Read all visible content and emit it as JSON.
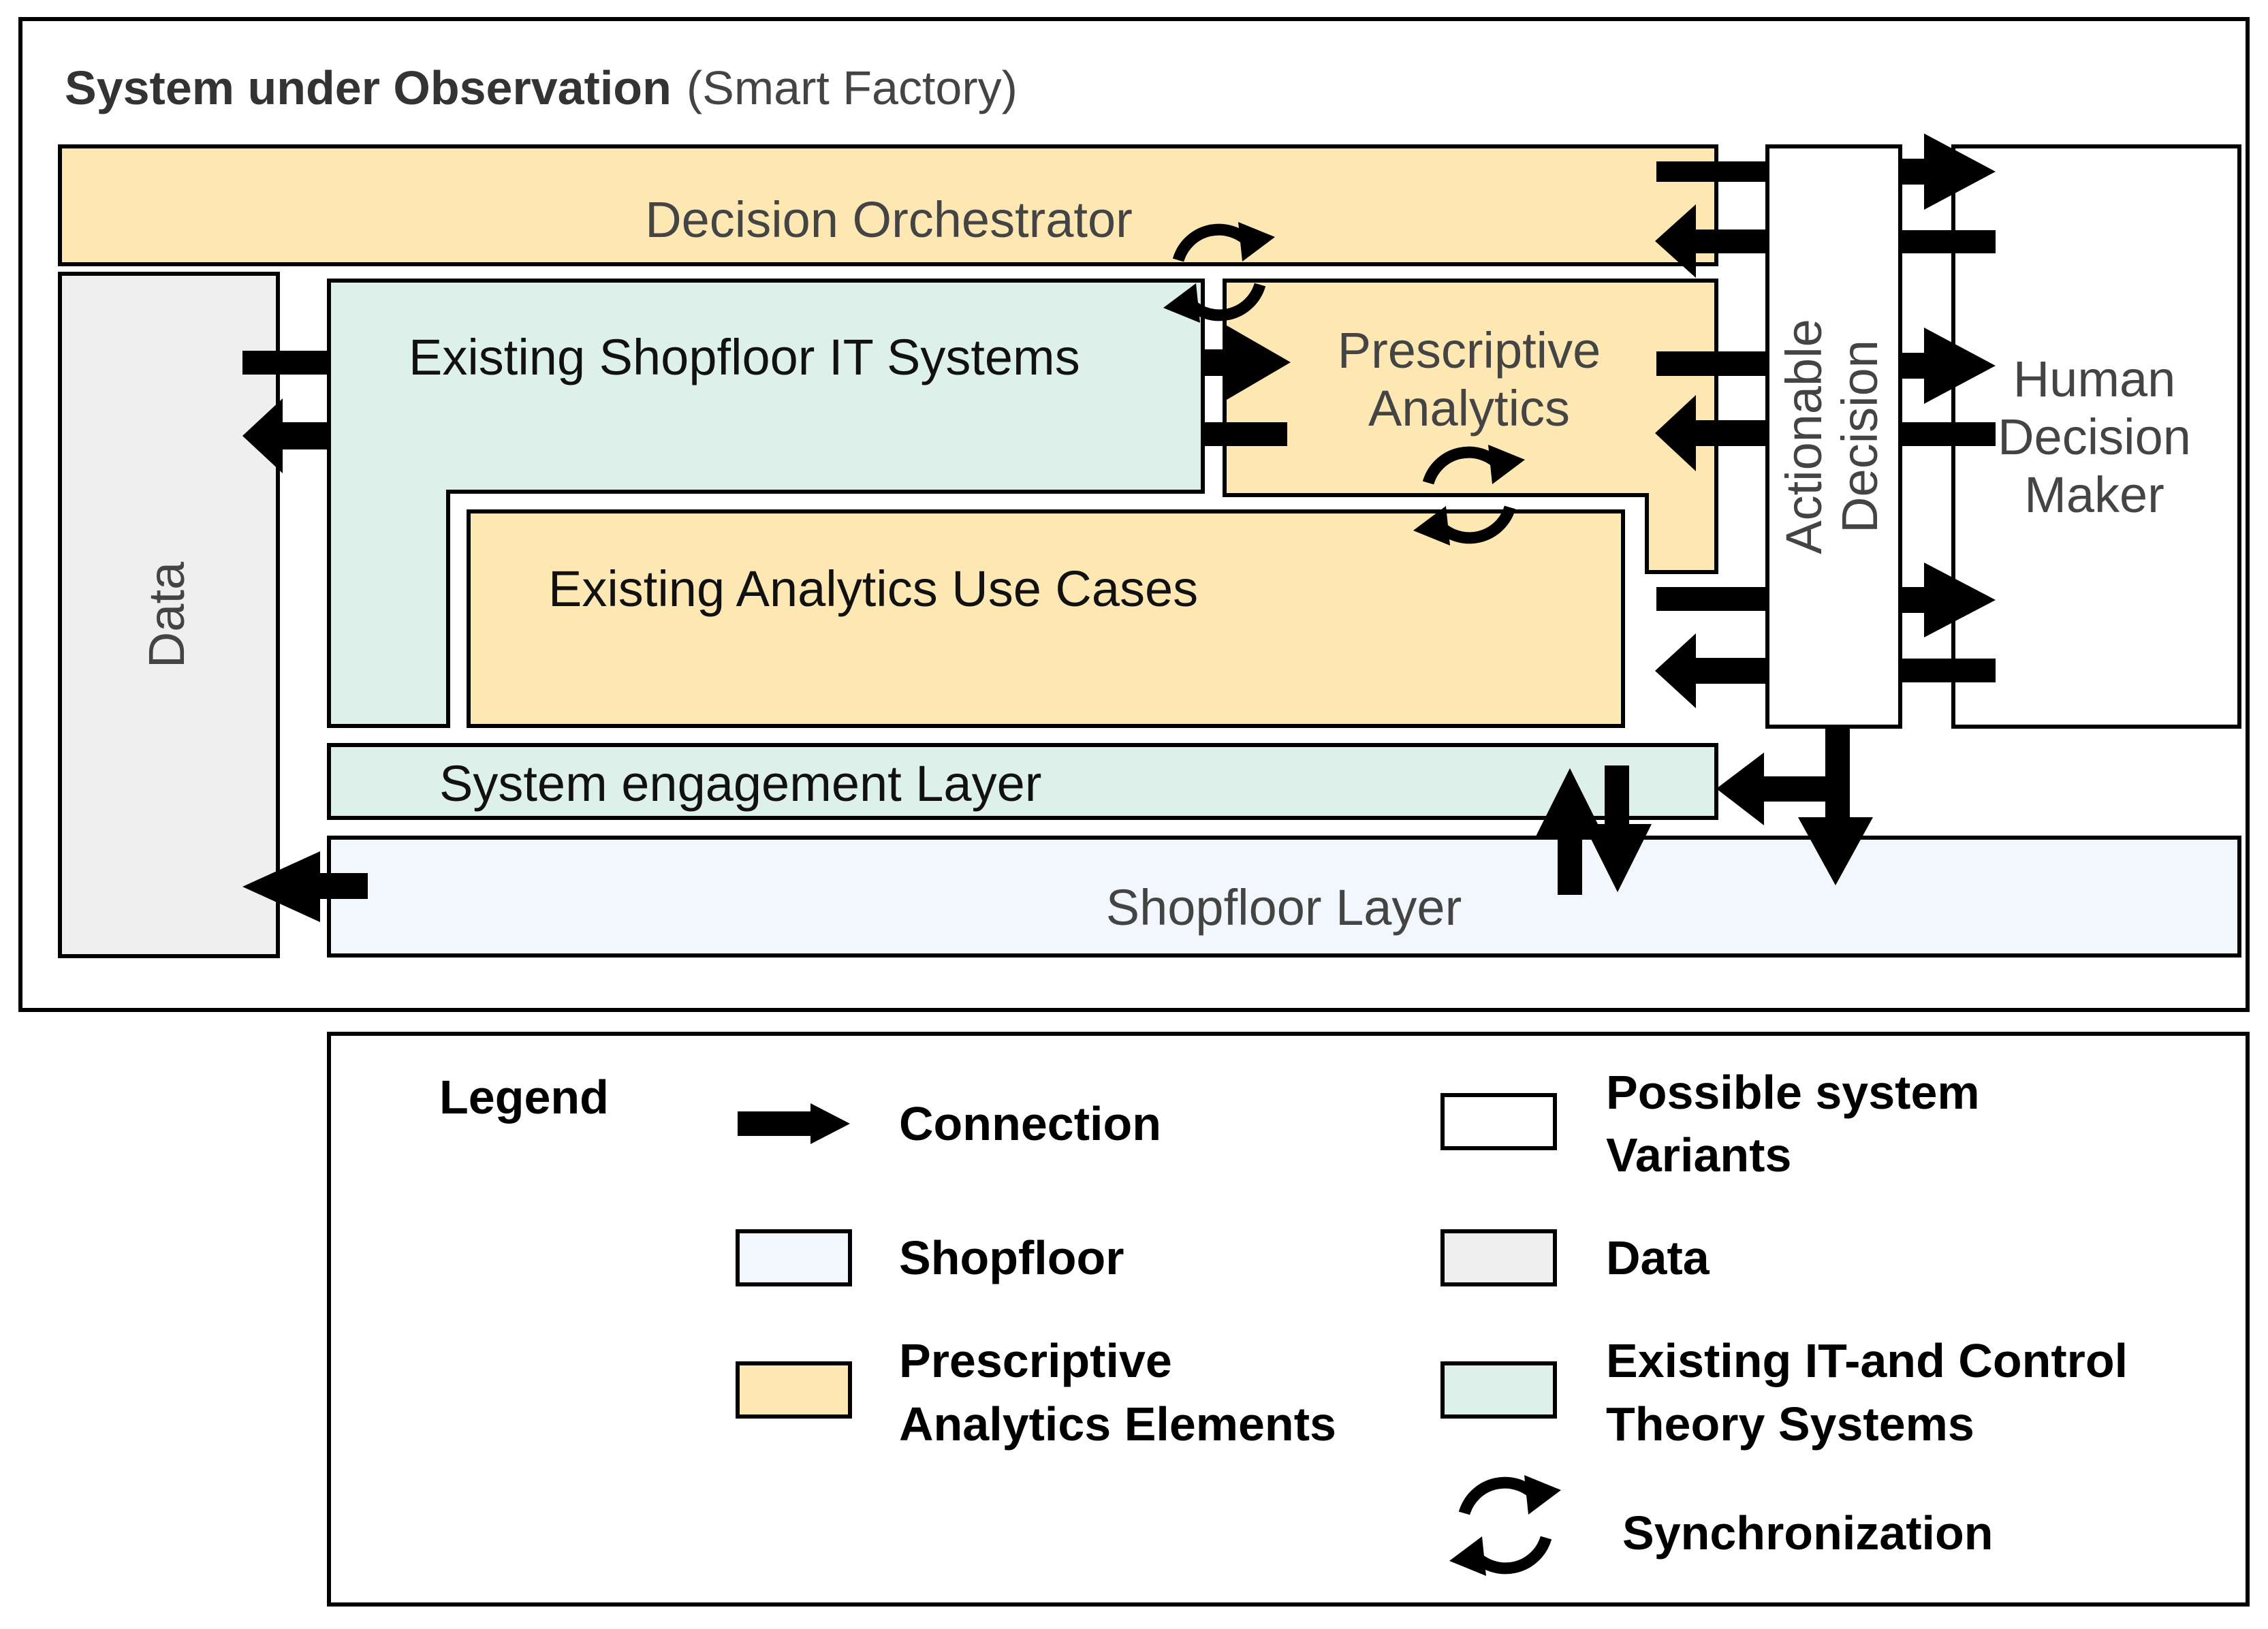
{
  "system": {
    "title_bold": "System under Observation",
    "title_normal": "(Smart Factory)"
  },
  "boxes": {
    "decision_orchestrator": "Decision Orchestrator",
    "data": "Data",
    "existing_it": "Existing Shopfloor IT Systems",
    "prescriptive_line1": "Prescriptive",
    "prescriptive_line2": "Analytics",
    "existing_analytics": "Existing Analytics Use Cases",
    "actionable_line1": "Actionable",
    "actionable_line2": "Decision",
    "human_line1": "Human",
    "human_line2": "Decision",
    "human_line3": "Maker",
    "engagement": "System engagement Layer",
    "shopfloor": "Shopfloor Layer"
  },
  "legend": {
    "title": "Legend",
    "connection": "Connection",
    "shopfloor": "Shopfloor",
    "prescriptive_line1": "Prescriptive",
    "prescriptive_line2": "Analytics Elements",
    "variants_line1": "Possible system",
    "variants_line2": "Variants",
    "data": "Data",
    "it_line1": "Existing IT-and Control",
    "it_line2": "Theory Systems",
    "sync": "Synchronization"
  },
  "colors": {
    "prescriptive_fill": "#FDE7B3",
    "it_fill": "#DDF0EA",
    "shopfloor_fill": "#F1F7FC",
    "data_fill": "#EFEFEF",
    "variant_fill": "#FFFFFF",
    "stroke": "#000000"
  },
  "icons": {
    "arrow": "arrow-icon",
    "sync": "sync-icon"
  }
}
